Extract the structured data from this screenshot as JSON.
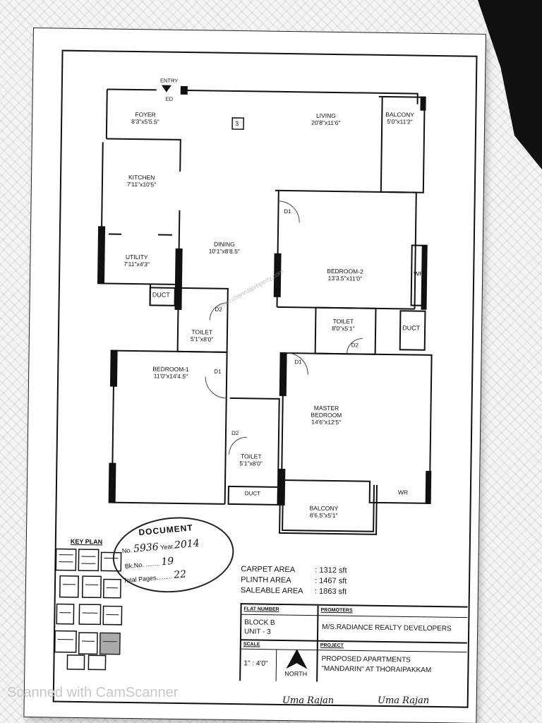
{
  "plan": {
    "unit_tag": "3",
    "rooms": {
      "entry": "ENTRY",
      "ed": "ED",
      "foyer": {
        "name": "FOYER",
        "dim": "8'3\"x5'5.5\""
      },
      "living": {
        "name": "LIVING",
        "dim": "20'8\"x11'6\""
      },
      "balcony_top": {
        "name": "BALCONY",
        "dim": "5'0\"x11'2\""
      },
      "kitchen": {
        "name": "KITCHEN",
        "dim": "7'11\"x10'5\""
      },
      "dining": {
        "name": "DINING",
        "dim": "10'1\"x8'8.5\""
      },
      "utility": {
        "name": "UTILITY",
        "dim": "7'11\"x4'3\""
      },
      "duct_left": "DUCT",
      "bedroom2": {
        "name": "BEDROOM-2",
        "dim": "13'3.5\"x11'0\""
      },
      "wr_right": "WR",
      "toilet_a": {
        "name": "TOILET",
        "dim": "5'1\"x8'0\""
      },
      "toilet_b": {
        "name": "TOILET",
        "dim": "8'0\"x5'1\""
      },
      "duct_right": "DUCT",
      "bedroom1": {
        "name": "BEDROOM-1",
        "dim": "11'0\"x14'4.5\""
      },
      "master": {
        "name1": "MASTER",
        "name2": "BEDROOM",
        "dim": "14'6\"x12'5\""
      },
      "toilet_c": {
        "name": "TOILET",
        "dim": "5'1\"x8'0\""
      },
      "duct_bottom": "DUCT",
      "wr_bottom": "WR",
      "balcony_bottom": {
        "name": "BALCONY",
        "dim": "8'6.5\"x5'1\""
      }
    },
    "doors": [
      "D1",
      "D2",
      "D1",
      "D2",
      "D1",
      "D2"
    ],
    "watermark": "www.chennaiproperty.com"
  },
  "key_plan_label": "KEY PLAN",
  "stamp": {
    "title": "DOCUMENT",
    "doc_no": "5936",
    "year_label": "Year",
    "year": "2014",
    "book_no": "19",
    "total_pages_label": "Total Pages",
    "total_pages": "22"
  },
  "areas": [
    {
      "label": "CARPET AREA",
      "value": ": 1312 sft"
    },
    {
      "label": "PLINTH AREA",
      "value": ": 1467 sft"
    },
    {
      "label": "SALEABLE AREA",
      "value": ": 1863 sft"
    }
  ],
  "title_block": {
    "flat_number_header": "FLAT NUMBER",
    "flat_line1": "BLOCK B",
    "flat_line2": "UNIT - 3",
    "promoters_header": "PROMOTERS",
    "promoter": "M/S.RADIANCE REALTY DEVELOPERS",
    "scale_header": "SCALE",
    "scale": "1\" : 4'0\"",
    "north": "NORTH",
    "project_header": "PROJECT",
    "project_line1": "PROPOSED APARTMENTS",
    "project_line2": "\"MANDARIN\" AT THORAIPAKKAM"
  },
  "footer": {
    "scanner": "Scanned with CamScanner",
    "signature1": "Uma Rajan",
    "signature2": "Uma Rajan"
  }
}
